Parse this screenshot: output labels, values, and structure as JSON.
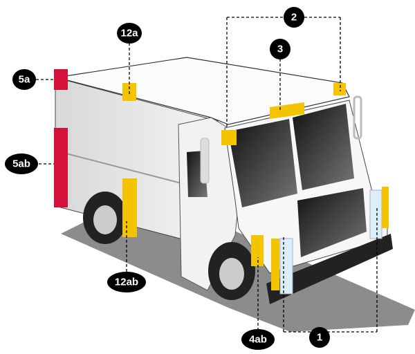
{
  "title": "Step van reflective marking locations",
  "colors": {
    "yellow": "#f5c400",
    "red": "#d4113a",
    "blue": "#dceefa",
    "badge": "#000000",
    "shadow": "#8a8a8a"
  },
  "labels": {
    "l1": "1",
    "l2": "2",
    "l3": "3",
    "l4ab": "4ab",
    "l5a": "5a",
    "l5ab": "5ab",
    "l12a": "12a",
    "l12ab": "12ab"
  }
}
